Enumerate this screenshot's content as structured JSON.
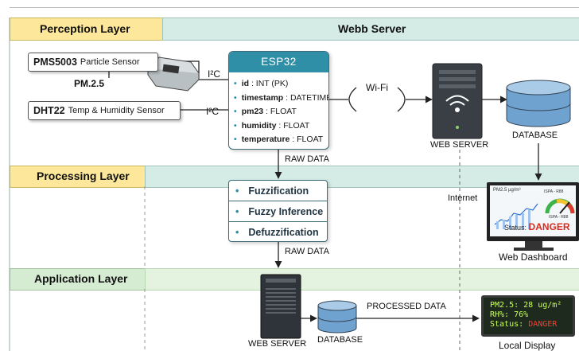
{
  "bands": {
    "perception": "Perception Layer",
    "webb_server": "Webb Server",
    "processing": "Processing Layer",
    "application": "Application Layer"
  },
  "sensors": {
    "pms_name": "PMS5003",
    "pms_desc": "Particle Sensor",
    "dht_name": "DHT22",
    "dht_desc": "Temp & Humidity Sensor",
    "pm_label": "PM.2.5",
    "i2c_top": "I²C",
    "i2c_bottom": "I²C"
  },
  "esp32": {
    "title": "ESP32",
    "fields": [
      {
        "name": "id",
        "type": ": INT (PK)"
      },
      {
        "name": "timestamp",
        "type": ": DATETIME"
      },
      {
        "name": "pm23",
        "type": ": FLOAT"
      },
      {
        "name": "humidity",
        "type": ": FLOAT"
      },
      {
        "name": "temperature",
        "type": ": FLOAT"
      }
    ]
  },
  "network": {
    "wifi": "Wi-Fi",
    "internet": "Internet",
    "web_server": "WEB SERVER",
    "database": "DATABASE",
    "dashboard": "Web Dashboard"
  },
  "flow": {
    "raw_data_1": "RAW DATA",
    "raw_data_2": "RAW DATA",
    "processed_data": "PROCESSED DATA"
  },
  "fuzzy": {
    "steps": [
      "Fuzzification",
      "Fuzzy Inference",
      "Defuzzification"
    ]
  },
  "dashboard_screen": {
    "chart_title": "PM2.5 µg/m³",
    "gauge_left": "ISPA - R88",
    "gauge_right": "ISPA - R88",
    "status_label": "Status:",
    "status_value": "DANGER"
  },
  "application": {
    "web_server": "WEB SERVER",
    "database": "DATABASE",
    "local_display": "Local Display"
  },
  "lcd": {
    "line1": "PM2.5: 28 ug/m²",
    "line2": "RH%: 76%",
    "status_label": "Status:",
    "status_value": "DANGER"
  },
  "colors": {
    "header_yellow": "#fde79a",
    "header_teal": "#d4ebe6",
    "esp_title": "#2f8fa6",
    "danger": "#d62d20"
  }
}
